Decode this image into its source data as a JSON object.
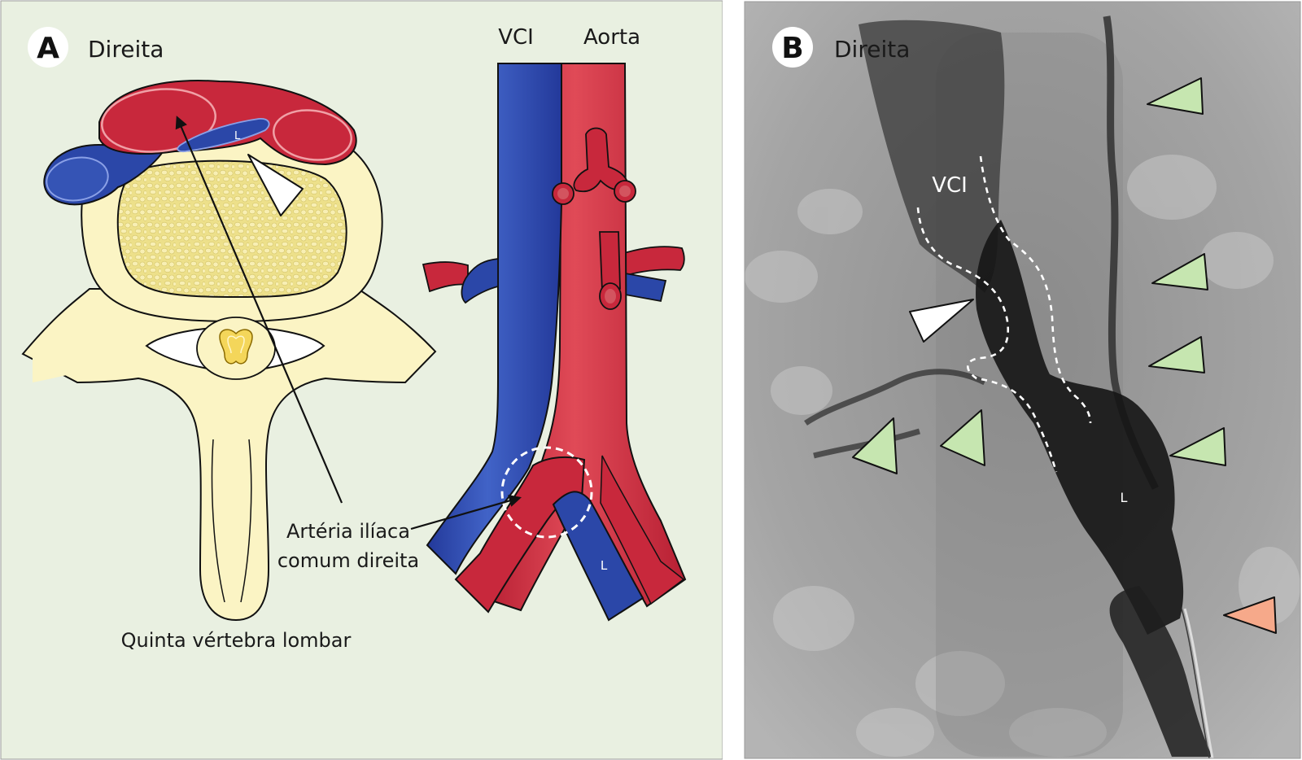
{
  "panel_a": {
    "badge": "A",
    "side_label": "Direita",
    "ivc_label": "VCI",
    "aorta_label": "Aorta",
    "artery_label_line1": "Artéria ilíaca",
    "artery_label_line2": "comum direita",
    "vertebra_label": "Quinta vértebra lombar",
    "vein_marker_section": "L",
    "vein_marker_branch": "L"
  },
  "panel_b": {
    "badge": "B",
    "side_label": "Direita",
    "ivc_label": "VCI",
    "vein_marker": "L"
  },
  "colors": {
    "panel_a_bg": "#e9f0e1",
    "vein_blue": "#2b47a8",
    "artery_red": "#c8283c",
    "bone_yellow": "#fbf4c4",
    "marrow_yellow": "#ede08a",
    "arrowhead_green": "#c6e6b0",
    "arrowhead_orange": "#f6a98a",
    "xray_gray": "#9c9c9c"
  }
}
